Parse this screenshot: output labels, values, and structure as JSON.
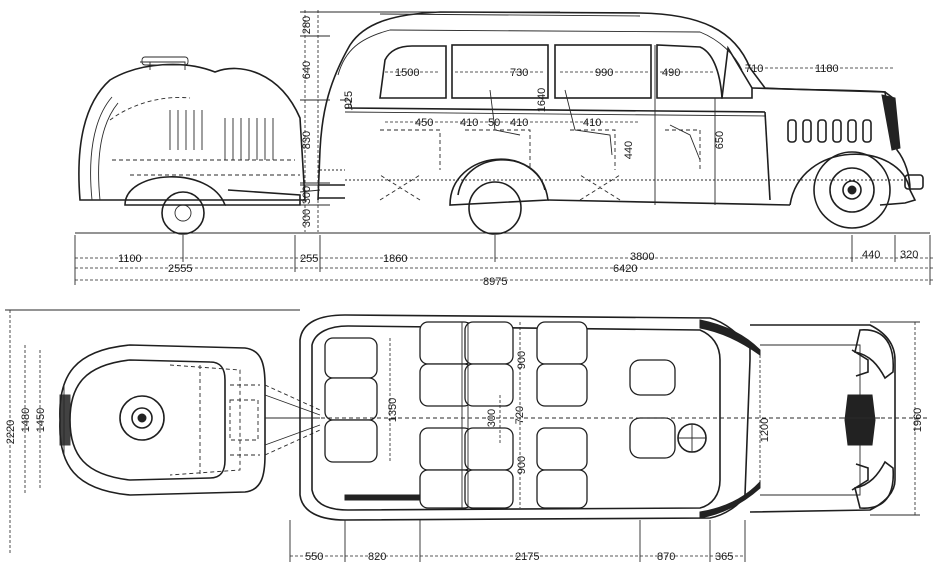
{
  "side_view": {
    "horizontal_dimensions": {
      "row1": [
        "1100",
        "255",
        "1860",
        "3800",
        "440",
        "320"
      ],
      "row2": [
        "2555",
        "6420"
      ],
      "row3": [
        "8975"
      ]
    },
    "vertical_dimensions": [
      "280",
      "640",
      "830",
      "300",
      "300"
    ],
    "interior_dimensions": [
      "1500",
      "730",
      "990",
      "490",
      "710",
      "1180",
      "450",
      "410",
      "50",
      "410",
      "410",
      "1640",
      "440",
      "650",
      "925"
    ]
  },
  "top_view": {
    "left_dimensions": [
      "2220",
      "1480",
      "1450"
    ],
    "interior_dimensions": [
      "900",
      "900",
      "1350",
      "300",
      "720",
      "1200"
    ],
    "right_dimension": "1960",
    "bottom_dimensions": [
      "550",
      "820",
      "2175",
      "870",
      "365"
    ]
  }
}
